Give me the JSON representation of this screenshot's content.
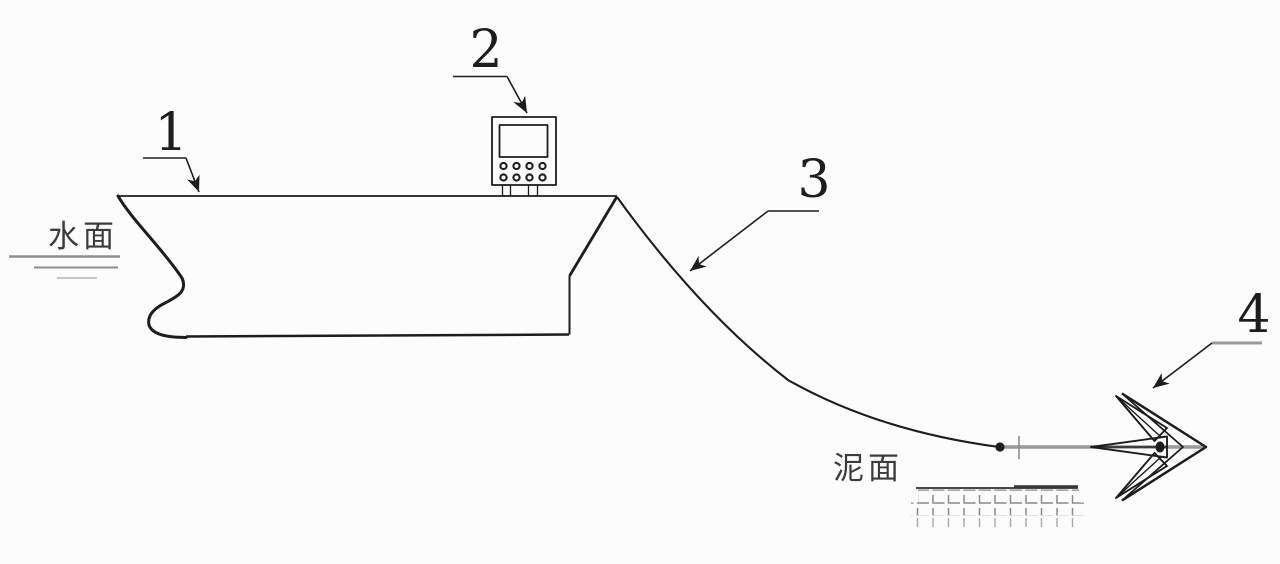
{
  "labels": {
    "water_surface": "水面",
    "mud_surface": "泥面"
  },
  "callouts": [
    {
      "label": "1"
    },
    {
      "label": "2"
    },
    {
      "label": "3"
    },
    {
      "label": "4"
    }
  ],
  "colors": {
    "line": "#1d1d1d",
    "gray": "#9a9a9a",
    "hatch": "#8a8a8a",
    "tick": "#8d8d8d",
    "water": "#8e8e8e",
    "water-light": "#c4c4c4",
    "mud-line": "#4a4a4a",
    "text": "#3c3c3c"
  }
}
